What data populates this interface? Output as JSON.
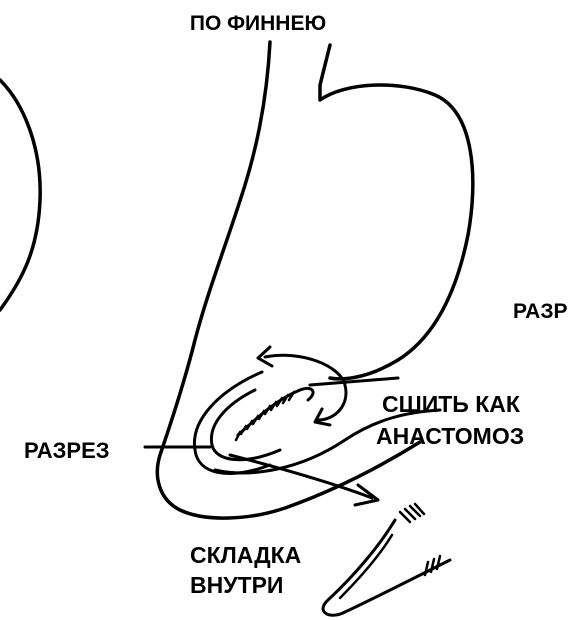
{
  "figure": {
    "colors": {
      "background": "#ffffff",
      "ink": "#000000"
    },
    "labels": {
      "top": "ПО ФИННЕЮ",
      "right_cut": "РАЗР",
      "suture_line1": "СШИТЬ КАК",
      "suture_line2": "АНАСТОМОЗ",
      "incision": "РАЗРЕЗ",
      "fold_line1": "СКЛАДКА",
      "fold_line2": "ВНУТРИ"
    }
  }
}
